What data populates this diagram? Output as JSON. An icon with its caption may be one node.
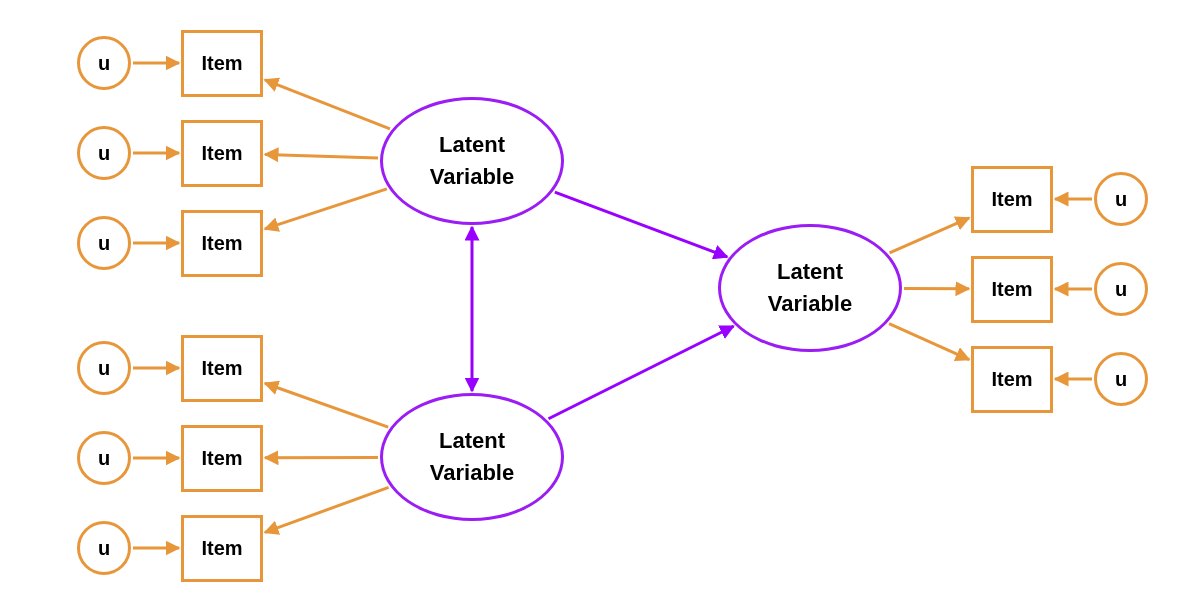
{
  "diagram": {
    "nodes": [
      {
        "text": [
          "Latent Variable"
        ]
      },
      {
        "text": [
          "Item"
        ]
      },
      {
        "text": [
          "Item"
        ]
      },
      {
        "text": [
          "Item"
        ]
      },
      {
        "text": [
          "u"
        ]
      },
      {
        "text": [
          "u"
        ]
      },
      {
        "text": [
          "u"
        ]
      },
      {
        "text": [
          "Latent Variable"
        ]
      },
      {
        "text": [
          "Item"
        ]
      },
      {
        "text": [
          "Item"
        ]
      },
      {
        "text": [
          "Item"
        ]
      },
      {
        "text": [
          "u"
        ]
      },
      {
        "text": [
          "u"
        ]
      },
      {
        "text": [
          "u"
        ]
      },
      {
        "text": [
          "Latent Variable"
        ]
      },
      {
        "text": [
          "Item"
        ]
      },
      {
        "text": [
          "Item"
        ]
      },
      {
        "text": [
          "Item"
        ]
      },
      {
        "text": [
          "u"
        ]
      },
      {
        "text": [
          "u"
        ]
      },
      {
        "text": [
          "u"
        ]
      }
    ],
    "edges": [
      {
        "from": 0,
        "to": 1,
        "arrow": "to"
      },
      {
        "from": 0,
        "to": 2,
        "arrow": "to"
      },
      {
        "from": 0,
        "to": 3,
        "arrow": "to"
      },
      {
        "from": 4,
        "to": 1,
        "arrow": "to"
      },
      {
        "from": 5,
        "to": 2,
        "arrow": "to"
      },
      {
        "from": 6,
        "to": 3,
        "arrow": "to"
      },
      {
        "from": 7,
        "to": 8,
        "arrow": "to"
      },
      {
        "from": 7,
        "to": 9,
        "arrow": "to"
      },
      {
        "from": 7,
        "to": 10,
        "arrow": "to"
      },
      {
        "from": 11,
        "to": 8,
        "arrow": "to"
      },
      {
        "from": 12,
        "to": 9,
        "arrow": "to"
      },
      {
        "from": 13,
        "to": 10,
        "arrow": "to"
      },
      {
        "from": 14,
        "to": 15,
        "arrow": "to"
      },
      {
        "from": 14,
        "to": 16,
        "arrow": "to"
      },
      {
        "from": 14,
        "to": 17,
        "arrow": "to"
      },
      {
        "from": 18,
        "to": 15,
        "arrow": "to"
      },
      {
        "from": 19,
        "to": 16,
        "arrow": "to"
      },
      {
        "from": 20,
        "to": 17,
        "arrow": "to"
      },
      {
        "from": 0,
        "to": 7,
        "arrow": "both",
        "color": "#9900ff"
      },
      {
        "from": 0,
        "to": 14,
        "arrow": "to",
        "color": "#9900ff"
      },
      {
        "from": 7,
        "to": 14,
        "arrow": "to",
        "color": "#9900ff"
      }
    ]
  }
}
